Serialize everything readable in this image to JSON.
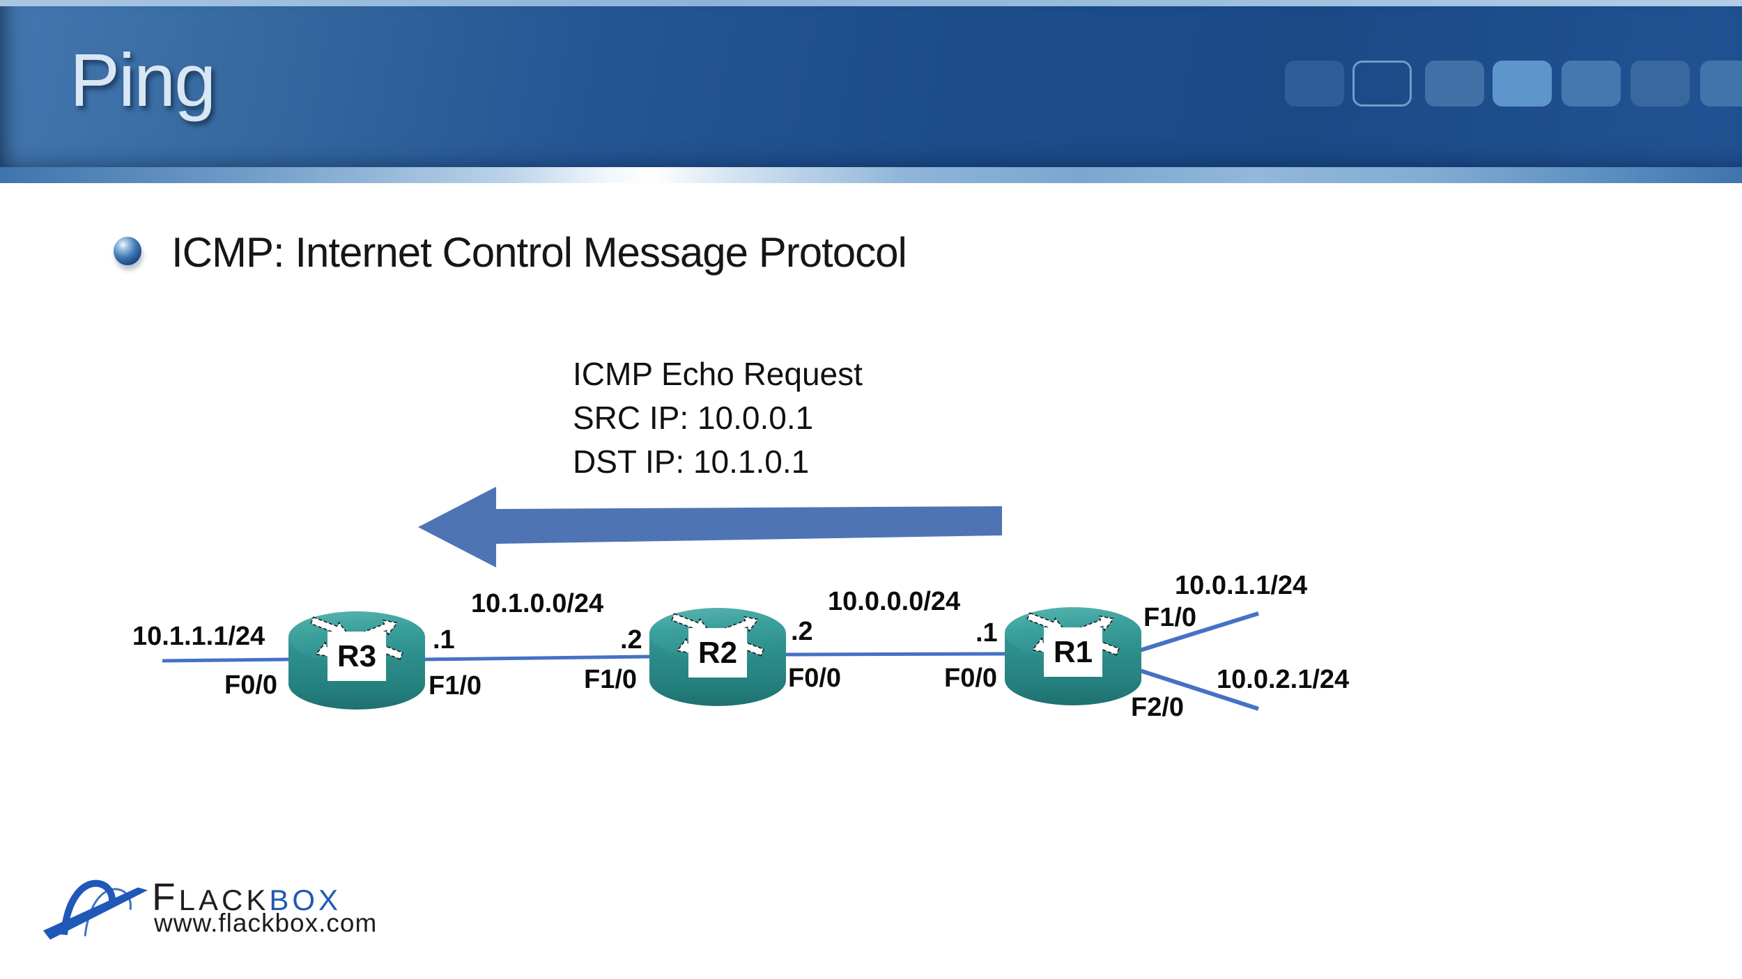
{
  "slide": {
    "title": "Ping"
  },
  "bullet": {
    "text": "ICMP: Internet Control Message Protocol"
  },
  "packet": {
    "lines": [
      "ICMP Echo Request",
      "SRC IP: 10.0.0.1",
      "DST IP: 10.1.0.1"
    ]
  },
  "diagram": {
    "routers": {
      "r1": "R1",
      "r2": "R2",
      "r3": "R3"
    },
    "labels": {
      "lan_r3_ip": "10.1.1.1/24",
      "r3_f00": "F0/0",
      "r3_addr": ".1",
      "r3_f10": "F1/0",
      "net_r3_r2": "10.1.0.0/24",
      "r2_addr_left": ".2",
      "r2_f10": "F1/0",
      "r2_addr_right": ".2",
      "r2_f00": "F0/0",
      "net_r2_r1": "10.0.0.0/24",
      "r1_addr": ".1",
      "r1_f00": "F0/0",
      "r1_f10": "F1/0",
      "r1_lan1_ip": "10.0.1.1/24",
      "r1_lan2_ip": "10.0.2.1/24",
      "r1_f20": "F2/0"
    }
  },
  "footer": {
    "brand_black": "FLACK",
    "brand_blue": "BOX",
    "url": "www.flackbox.com"
  },
  "colors": {
    "header_blue": "#1c4c8a",
    "link_blue": "#4472c4",
    "arrow_blue": "#4e74b4",
    "router_teal_top": "#3ca19d",
    "router_teal_side": "#27817f",
    "brand_blue": "#2159b5",
    "title_color": "#d9e6f3"
  }
}
